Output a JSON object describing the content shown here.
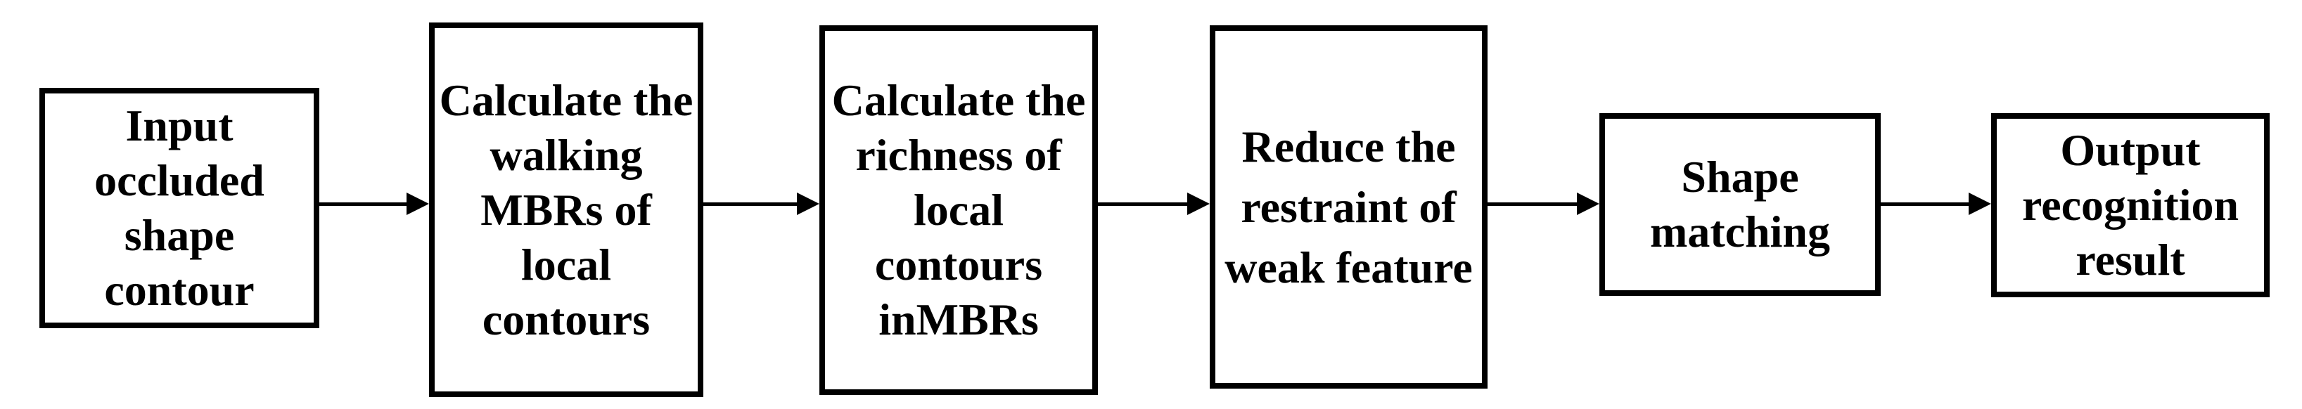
{
  "figure": {
    "type": "flowchart",
    "background_color": "#ffffff",
    "node_border_color": "#000000",
    "text_color": "#000000",
    "steps": [
      {
        "label": "Input\noccluded\nshape\ncontour"
      },
      {
        "label": "Calculate the\nwalking\nMBRs of\nlocal\ncontours"
      },
      {
        "label": "Calculate the\nrichness of\nlocal\ncontours\ninMBRs"
      },
      {
        "label": "Reduce the\nrestraint of\nweak feature"
      },
      {
        "label": "Shape\nmatching"
      },
      {
        "label": "Output\nrecognition\nresult"
      }
    ],
    "connections": [
      {
        "from": 1,
        "to": 2
      },
      {
        "from": 2,
        "to": 3
      },
      {
        "from": 3,
        "to": 4
      },
      {
        "from": 4,
        "to": 5
      },
      {
        "from": 5,
        "to": 6
      }
    ]
  }
}
